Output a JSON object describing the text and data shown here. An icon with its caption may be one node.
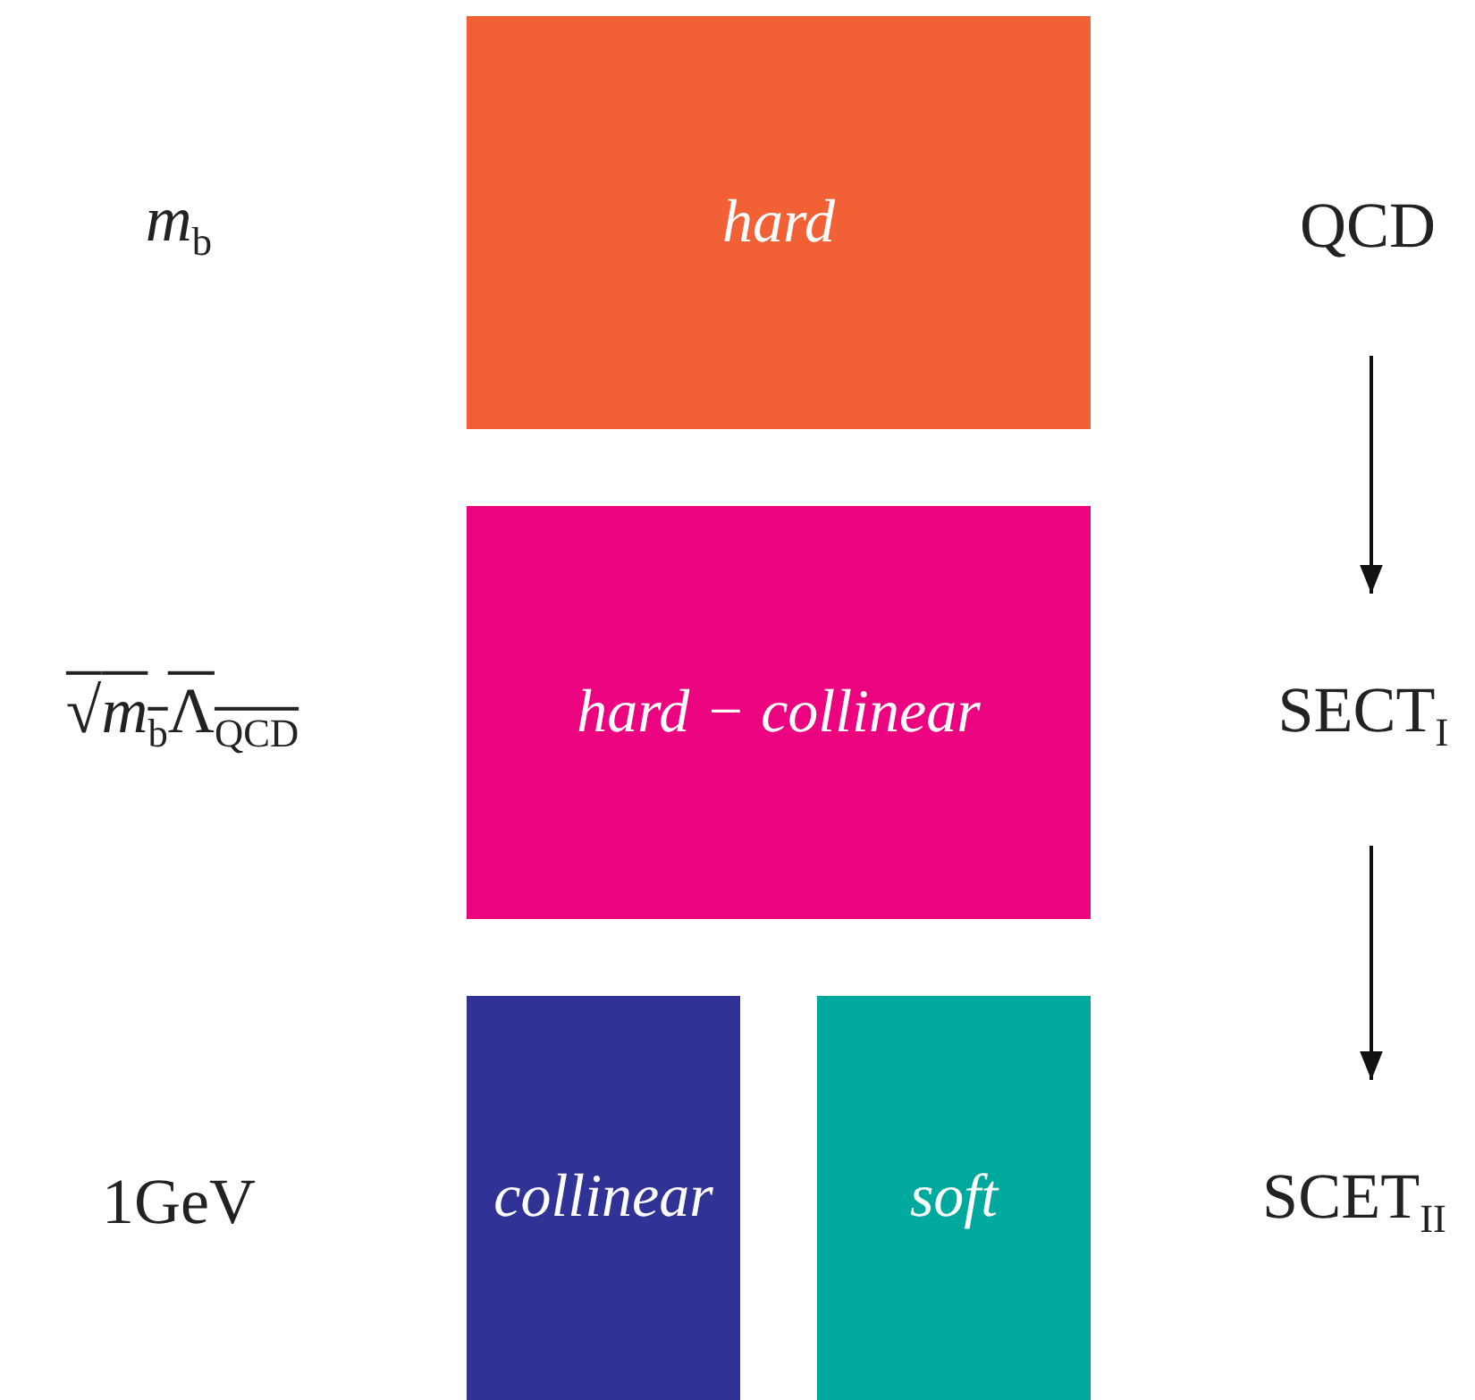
{
  "diagram": {
    "nodes": [
      {
        "text": [
          "hard"
        ]
      },
      {
        "text": [
          "hard − collinear"
        ]
      },
      {
        "text": [
          "collinear"
        ]
      },
      {
        "text": [
          "soft"
        ]
      },
      {
        "text": [
          "QCD"
        ]
      },
      {
        "text": [
          "SECT$_{I}$"
        ]
      },
      {
        "text": [
          "SCET$_{II}$"
        ]
      }
    ],
    "edges": [
      {
        "from": 4,
        "to": 5,
        "arrow": "to"
      },
      {
        "from": 5,
        "to": 6,
        "arrow": "to"
      }
    ],
    "labels": [
      "*m*$_{b}$",
      "√*m*$_{b}$Λ$_{QCD}$",
      "1GeV"
    ]
  }
}
